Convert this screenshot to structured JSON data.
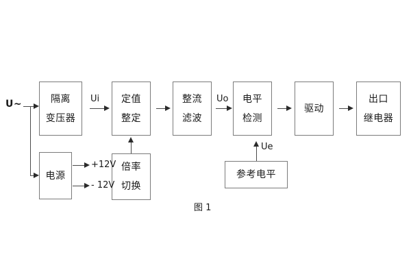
{
  "diagram": {
    "caption": "图 1",
    "input_label": "U~",
    "blocks": [
      {
        "id": "isolation-transformer",
        "lines": [
          "隔离",
          "变压器"
        ]
      },
      {
        "id": "setting-value",
        "lines": [
          "定值",
          "整定"
        ]
      },
      {
        "id": "rectify-filter",
        "lines": [
          "整流",
          "滤波"
        ]
      },
      {
        "id": "level-detection",
        "lines": [
          "电平",
          "检测"
        ]
      },
      {
        "id": "drive",
        "lines": [
          "驱动"
        ]
      },
      {
        "id": "output-relay",
        "lines": [
          "出口",
          "继电器"
        ]
      },
      {
        "id": "power-supply",
        "lines": [
          "电源"
        ]
      },
      {
        "id": "multiplier-switch",
        "lines": [
          "倍率",
          "切换"
        ]
      },
      {
        "id": "reference-level",
        "lines": [
          "参考电平"
        ]
      }
    ],
    "signals": {
      "ui": "Ui",
      "uo": "Uo",
      "ue": "Ue",
      "rail_positive": "+12V",
      "rail_negative": "- 12V"
    }
  }
}
